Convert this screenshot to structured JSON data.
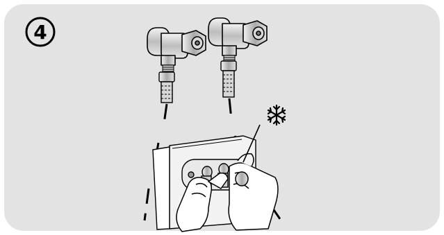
{
  "step": {
    "number": "4",
    "panel_color": "#e3e3e3",
    "icon": "snowflake-icon",
    "icon_meaning": "cold water"
  },
  "illustration": {
    "valves": [
      "angle-stop-valve-left",
      "angle-stop-valve-right"
    ],
    "hoses": [
      "inlet-hose-left",
      "inlet-hose-right"
    ],
    "connection": "appliance-rear-inlet-panel",
    "hands": "hands-tightening-connectors"
  }
}
